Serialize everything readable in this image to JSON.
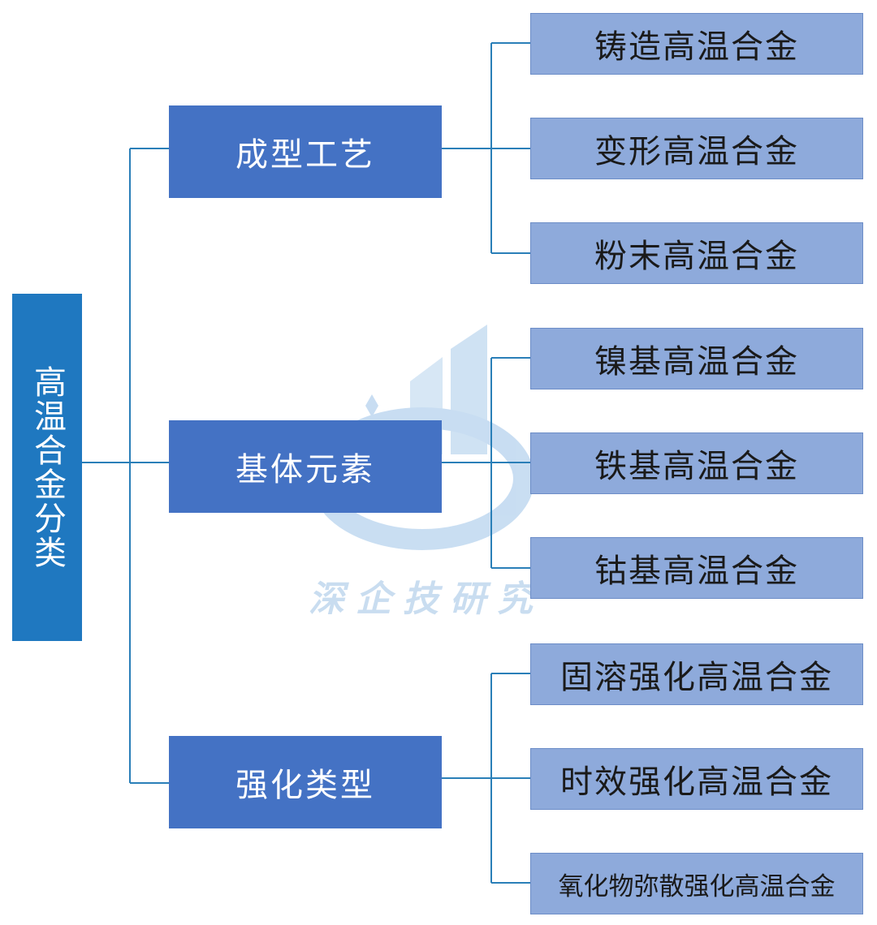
{
  "root": {
    "label": "高温合金分类"
  },
  "categories": [
    {
      "label": "成型工艺",
      "children": [
        "铸造高温合金",
        "变形高温合金",
        "粉末高温合金"
      ]
    },
    {
      "label": "基体元素",
      "children": [
        "镍基高温合金",
        "铁基高温合金",
        "钴基高温合金"
      ]
    },
    {
      "label": "强化类型",
      "children": [
        "固溶强化高温合金",
        "时效强化高温合金",
        "氧化物弥散强化高温合金"
      ]
    }
  ],
  "watermark": {
    "text": "深企技研究"
  },
  "colors": {
    "root": "#1f78c0",
    "category": "#4472c4",
    "leaf": "#8eaadb",
    "connector": "#2a7fb8"
  }
}
